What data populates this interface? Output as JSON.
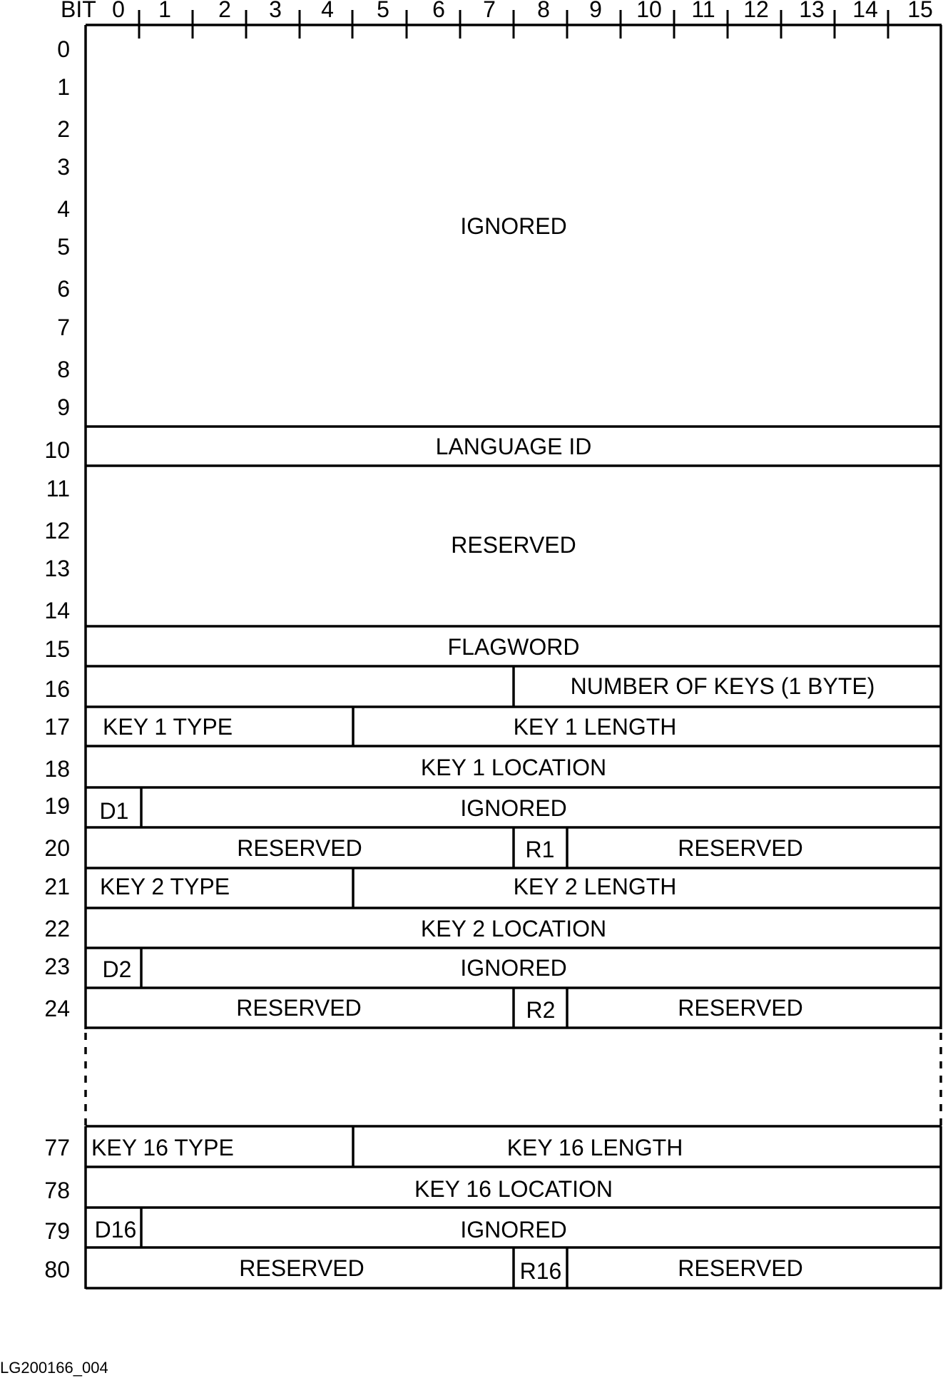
{
  "header": {
    "bit_label": "BIT",
    "bit_numbers": [
      "0",
      "1",
      "2",
      "3",
      "4",
      "5",
      "6",
      "7",
      "8",
      "9",
      "10",
      "11",
      "12",
      "13",
      "14",
      "15"
    ]
  },
  "words": {
    "top": [
      "0",
      "1",
      "2",
      "3",
      "4",
      "5",
      "6",
      "7",
      "8",
      "9",
      "10",
      "11",
      "12",
      "13",
      "14",
      "15",
      "16",
      "17",
      "18",
      "19",
      "20",
      "21",
      "22",
      "23",
      "24"
    ],
    "bottom": [
      "77",
      "78",
      "79",
      "80"
    ]
  },
  "fields": {
    "ignored_block": "IGNORED",
    "language_id": "LANGUAGE ID",
    "reserved_block": "RESERVED",
    "flagword": "FLAGWORD",
    "number_of_keys": "NUMBER OF KEYS (1 BYTE)",
    "key1_type": "KEY 1 TYPE",
    "key1_length": "KEY 1 LENGTH",
    "key1_location": "KEY 1 LOCATION",
    "d1": "D1",
    "key1_ignored": "IGNORED",
    "key1_reserved_left": "RESERVED",
    "r1": "R1",
    "key1_reserved_right": "RESERVED",
    "key2_type": "KEY 2 TYPE",
    "key2_length": "KEY 2 LENGTH",
    "key2_location": "KEY 2 LOCATION",
    "d2": "D2",
    "key2_ignored": "IGNORED",
    "key2_reserved_left": "RESERVED",
    "r2": "R2",
    "key2_reserved_right": "RESERVED",
    "key16_type": "KEY 16 TYPE",
    "key16_length": "KEY 16 LENGTH",
    "key16_location": "KEY 16 LOCATION",
    "d16": "D16",
    "key16_ignored": "IGNORED",
    "key16_reserved_left": "RESERVED",
    "r16": "R16",
    "key16_reserved_right": "RESERVED"
  },
  "figure_id": "LG200166_004"
}
